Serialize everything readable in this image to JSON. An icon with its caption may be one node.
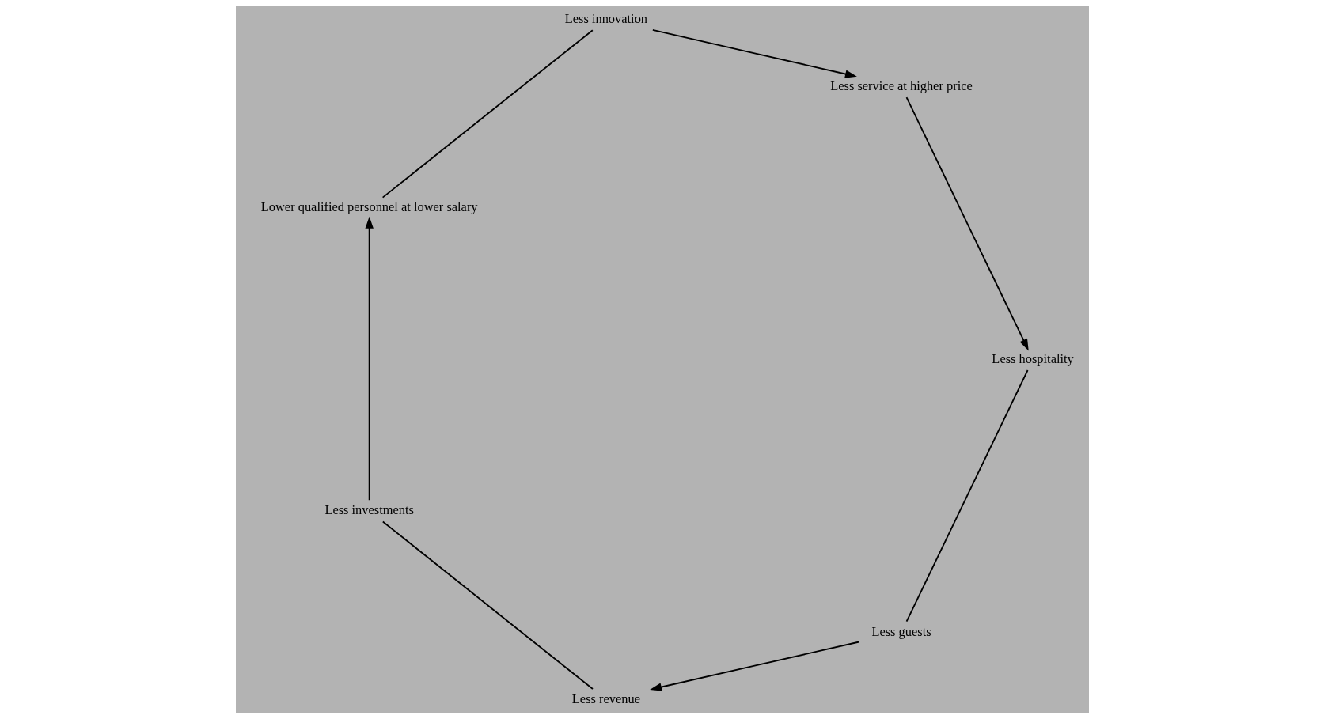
{
  "diagram": {
    "nodes": [
      {
        "text": [
          "Less guests"
        ]
      },
      {
        "text": [
          "Less revenue"
        ]
      },
      {
        "text": [
          "Less investments"
        ]
      },
      {
        "text": [
          "Lower qualified personnel at lower salary"
        ]
      },
      {
        "text": [
          "Less innovation"
        ]
      },
      {
        "text": [
          "Less service at higher price"
        ]
      },
      {
        "text": [
          "Less hospitality"
        ]
      }
    ],
    "edges": [
      {
        "from": 0,
        "to": 1,
        "arrow": "to"
      },
      {
        "from": 1,
        "to": 2,
        "arrow": "none"
      },
      {
        "from": 2,
        "to": 3,
        "arrow": "to"
      },
      {
        "from": 3,
        "to": 4,
        "arrow": "none"
      },
      {
        "from": 4,
        "to": 5,
        "arrow": "to"
      },
      {
        "from": 5,
        "to": 6,
        "arrow": "to"
      },
      {
        "from": 6,
        "to": 0,
        "arrow": "none"
      }
    ]
  }
}
